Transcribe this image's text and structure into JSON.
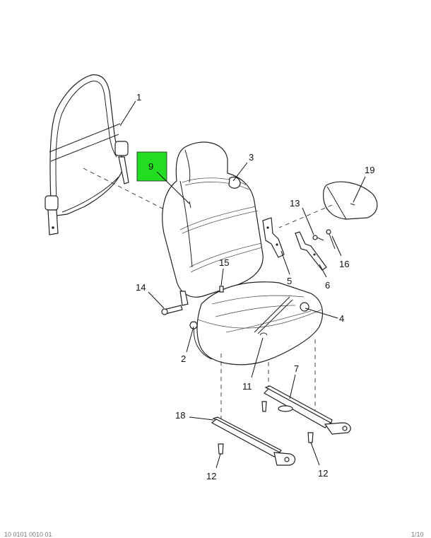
{
  "diagram": {
    "callouts": {
      "c1": "1",
      "c2": "2",
      "c3": "3",
      "c4": "4",
      "c5": "5",
      "c6": "6",
      "c7": "7",
      "c9": "9",
      "c11": "11",
      "c12a": "12",
      "c12b": "12",
      "c13": "13",
      "c14": "14",
      "c15": "15",
      "c16": "16",
      "c18": "18",
      "c19": "19"
    },
    "highlight_color": "#22dd22",
    "highlighted_callout": "9",
    "footer_left": "10 0101 0010 01",
    "footer_right": "1/10"
  }
}
